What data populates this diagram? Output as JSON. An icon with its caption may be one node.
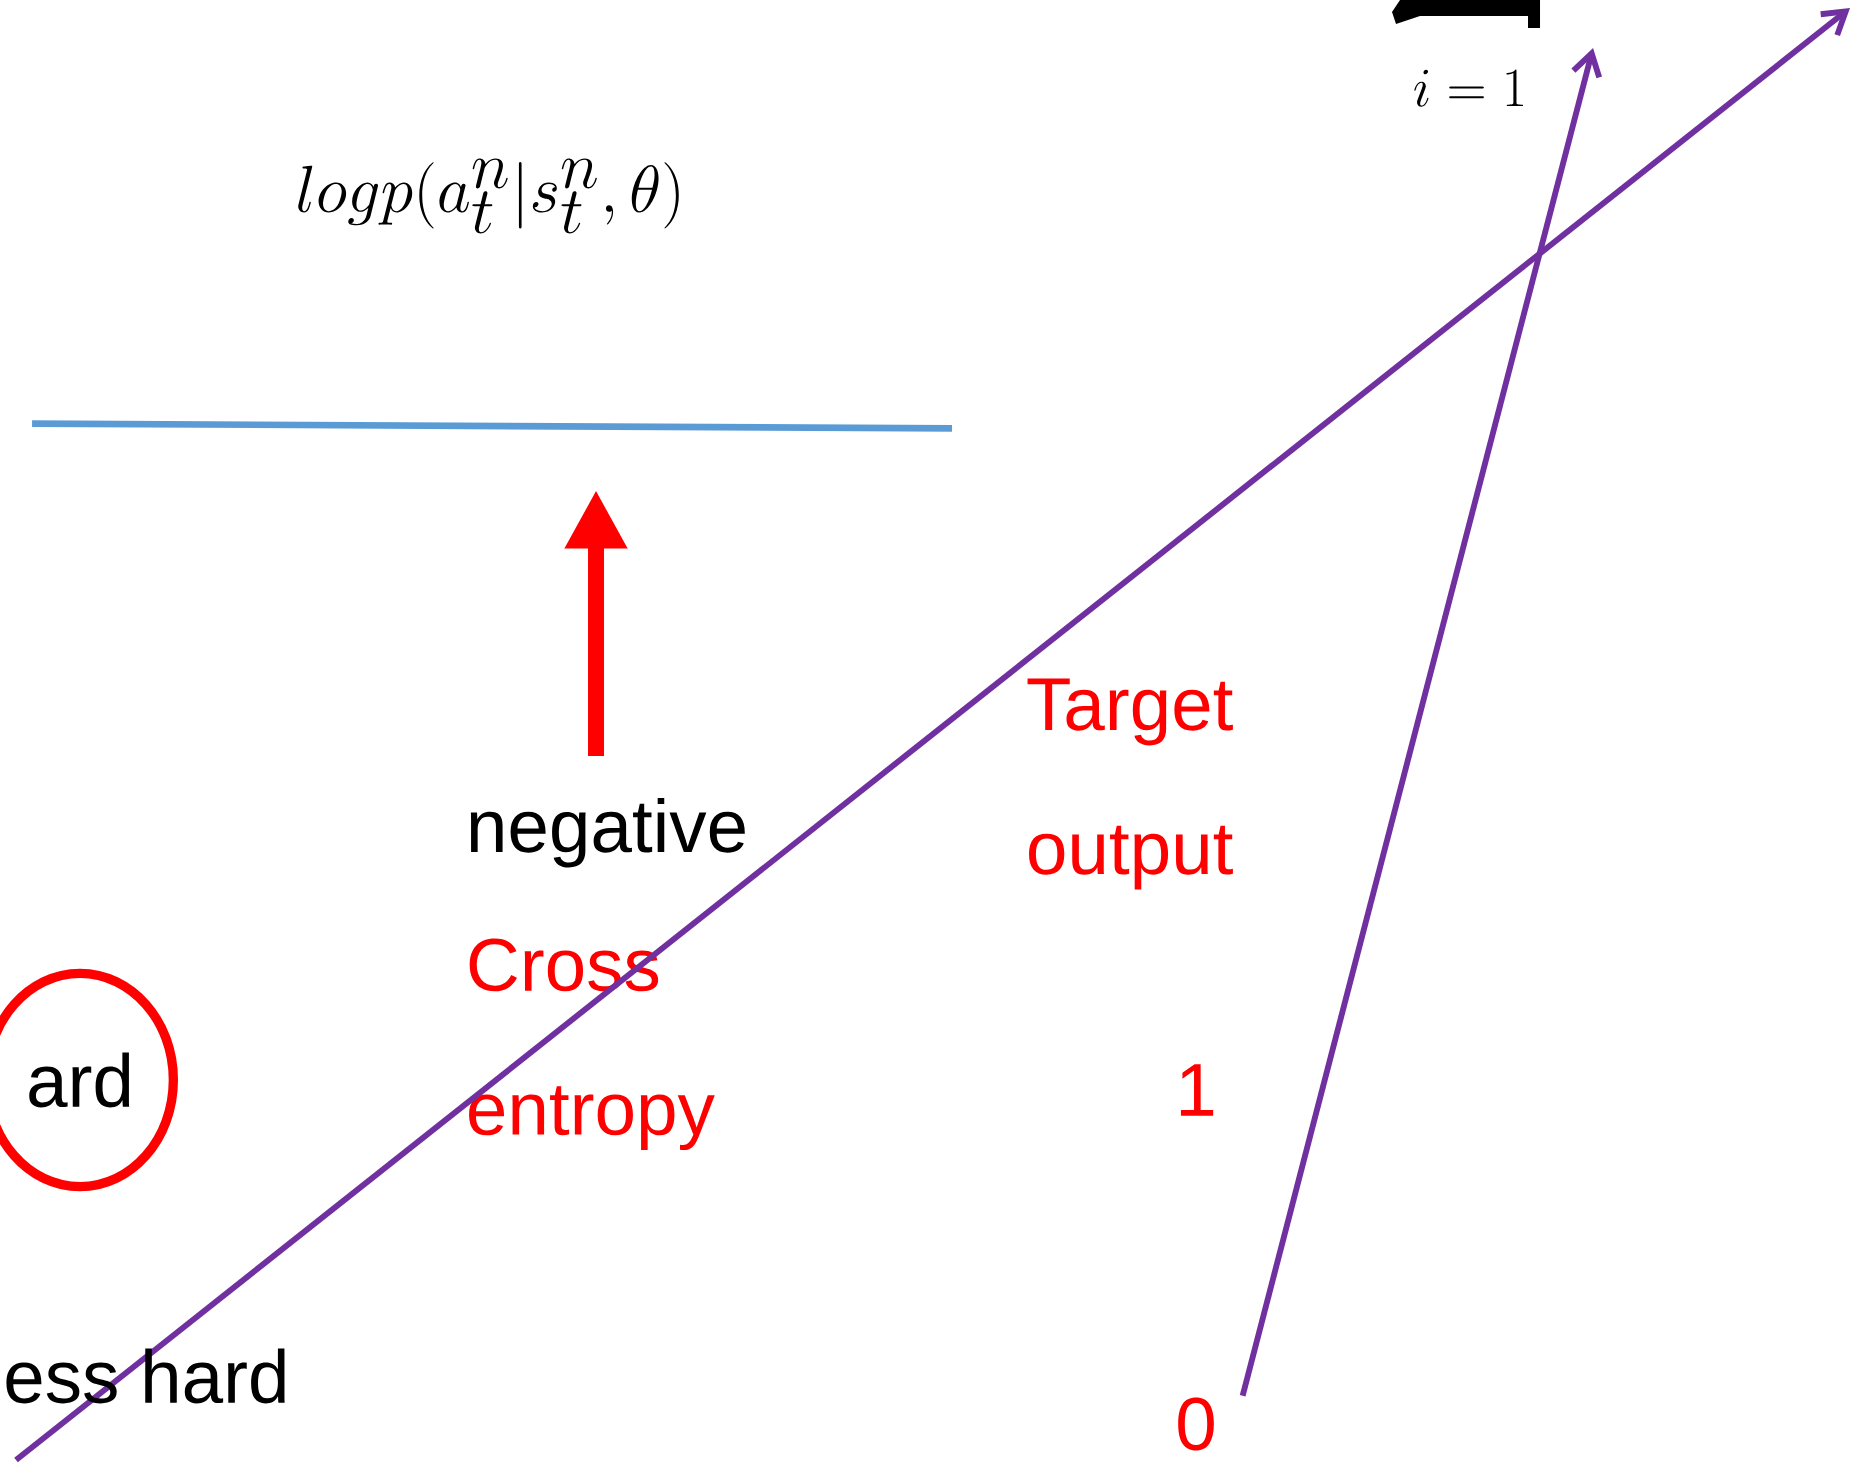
{
  "diagram": {
    "nodes": [
      {
        "text": [
          "logp(a_t^n|s_t^n,\\theta)"
        ]
      },
      {
        "text": [
          "i=1"
        ]
      },
      {
        "text": [],
        "shape": "bar"
      },
      {
        "text": [
          "Target output"
        ]
      },
      {
        "text": [
          "negative",
          "Cross entropy"
        ]
      },
      {
        "text": [
          "ard"
        ]
      },
      {
        "text": [
          "0"
        ]
      }
    ],
    "edges": [
      {
        "from": 4,
        "to": 2,
        "arrow": "to",
        "style": "thick",
        "color": "#ff0000"
      },
      {
        "from": 6,
        "to": 1,
        "arrow": "to",
        "color": "#7030a0"
      }
    ],
    "labels": [
      "1",
      "ess hard"
    ]
  }
}
